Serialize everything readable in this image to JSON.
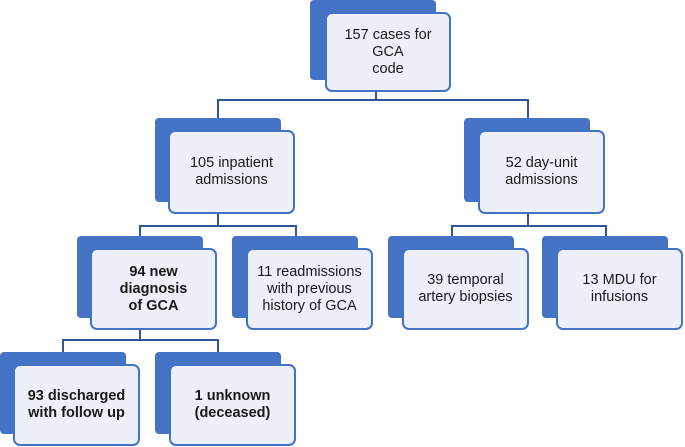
{
  "colors": {
    "accent": "#4472c4",
    "box_fill": "#edf0f9",
    "connector": "#2f5597"
  },
  "nodes": {
    "root": {
      "label": "157 cases for GCA\ncode"
    },
    "inpatient": {
      "label": "105 inpatient\nadmissions"
    },
    "dayunit": {
      "label": "52 day-unit\nadmissions"
    },
    "new_diagnosis": {
      "label": "94 new diagnosis\nof GCA"
    },
    "readmissions": {
      "label": "11 readmissions\nwith previous\nhistory of GCA"
    },
    "biopsies": {
      "label": "39 temporal\nartery biopsies"
    },
    "mdu": {
      "label": "13 MDU for\ninfusions"
    },
    "discharged": {
      "label": "93 discharged\nwith follow up"
    },
    "unknown": {
      "label": "1 unknown\n(deceased)"
    }
  }
}
